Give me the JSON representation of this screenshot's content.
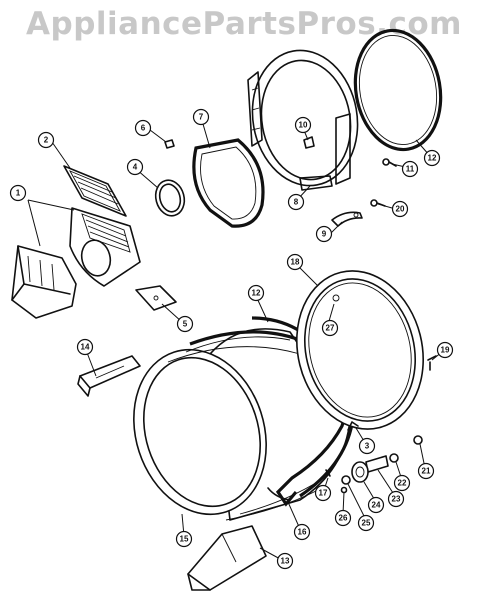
{
  "watermark": "AppliancePartsPros.com",
  "callouts": [
    {
      "id": "c1",
      "label": "1"
    },
    {
      "id": "c2",
      "label": "2"
    },
    {
      "id": "c3",
      "label": "3"
    },
    {
      "id": "c4",
      "label": "4"
    },
    {
      "id": "c5",
      "label": "5"
    },
    {
      "id": "c6",
      "label": "6"
    },
    {
      "id": "c7",
      "label": "7"
    },
    {
      "id": "c8",
      "label": "8"
    },
    {
      "id": "c9",
      "label": "9"
    },
    {
      "id": "c10",
      "label": "10"
    },
    {
      "id": "c11",
      "label": "11"
    },
    {
      "id": "c12a",
      "label": "12"
    },
    {
      "id": "c12b",
      "label": "12"
    },
    {
      "id": "c13",
      "label": "13"
    },
    {
      "id": "c14",
      "label": "14"
    },
    {
      "id": "c15",
      "label": "15"
    },
    {
      "id": "c16",
      "label": "16"
    },
    {
      "id": "c17",
      "label": "17"
    },
    {
      "id": "c18",
      "label": "18"
    },
    {
      "id": "c19",
      "label": "19"
    },
    {
      "id": "c20",
      "label": "20"
    },
    {
      "id": "c21",
      "label": "21"
    },
    {
      "id": "c22",
      "label": "22"
    },
    {
      "id": "c23",
      "label": "23"
    },
    {
      "id": "c24",
      "label": "24"
    },
    {
      "id": "c25",
      "label": "25"
    },
    {
      "id": "c26",
      "label": "26"
    },
    {
      "id": "c27",
      "label": "27"
    }
  ]
}
